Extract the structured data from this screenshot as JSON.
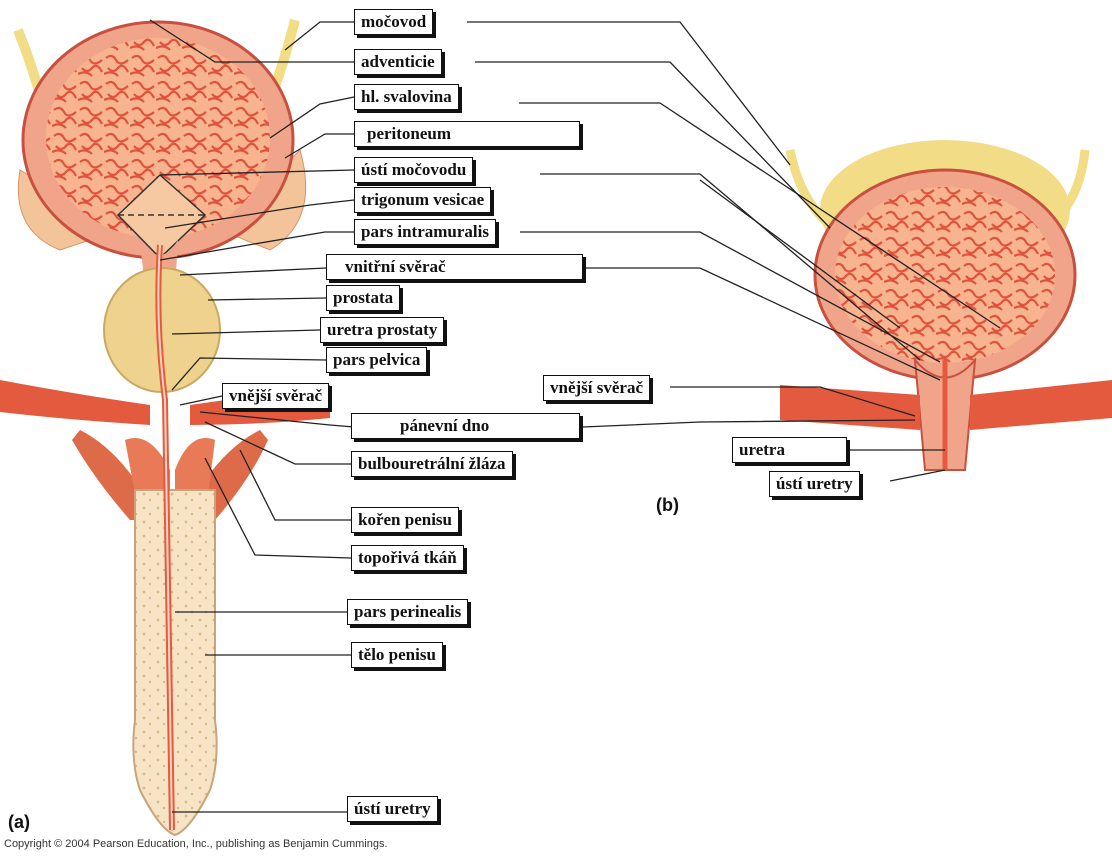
{
  "panel_a": {
    "label": "(a)",
    "labels": [
      "močovod",
      "adventicie",
      "hl. svalovina",
      "peritoneum",
      "ústí močovodu",
      "trigonum vesicae",
      "pars intramuralis",
      "vnitřní svěrač",
      "prostata",
      "uretra prostaty",
      "pars pelvica",
      "vnější svěrač",
      "pánevní dno",
      "bulbouretrální žláza",
      "kořen penisu",
      "topořivá tkáň",
      "pars perinealis",
      "tělo penisu",
      "ústí uretry"
    ]
  },
  "panel_b": {
    "label": "(b)",
    "labels": [
      "vnější svěrač",
      "uretra",
      "ústí uretry"
    ]
  },
  "copyright": "Copyright © 2004 Pearson Education, Inc., publishing as Benjamin Cummings.",
  "colors": {
    "tissue": "#f5a97f",
    "tissue_dark": "#d4604a",
    "muscle": "#e2563c",
    "fat": "#f3dc86",
    "prostate": "#f0d590",
    "penis_body": "#f6e4c4",
    "line": "#222222"
  }
}
